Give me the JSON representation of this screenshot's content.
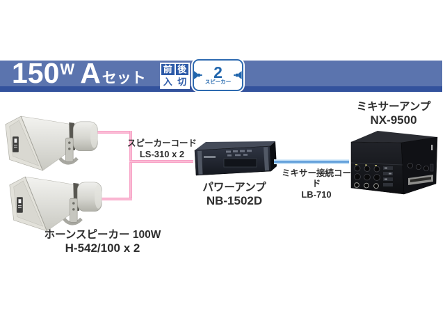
{
  "banner": {
    "title": {
      "watts": "150",
      "watt_unit": "W",
      "set_letter": "A",
      "set_suffix": "セット"
    },
    "toggle_badge": {
      "chars": [
        "前",
        "後",
        "入",
        "切"
      ]
    },
    "speaker_badge": {
      "count": "2",
      "label": "スピーカー"
    },
    "colors": {
      "background": "#5b74ae",
      "stripe": "#33529d",
      "badge_blue": "#2d5aa8",
      "speaker_badge_blue": "#2166ad"
    }
  },
  "connections": {
    "speaker_cord": {
      "name": "スピーカーコード",
      "model": "LS-310 x 2",
      "color": "#f89fc5"
    },
    "mixer_cord": {
      "name": "ミキサー接続コード",
      "model": "LB-710",
      "color": "#aed5f2"
    }
  },
  "devices": {
    "horn_speaker": {
      "name": "ホーンスピーカー 100W",
      "model": "H-542/100 x 2"
    },
    "power_amp": {
      "name": "パワーアンプ",
      "model": "NB-1502D"
    },
    "mixer_amp": {
      "name": "ミキサーアンプ",
      "model": "NX-9500"
    }
  }
}
